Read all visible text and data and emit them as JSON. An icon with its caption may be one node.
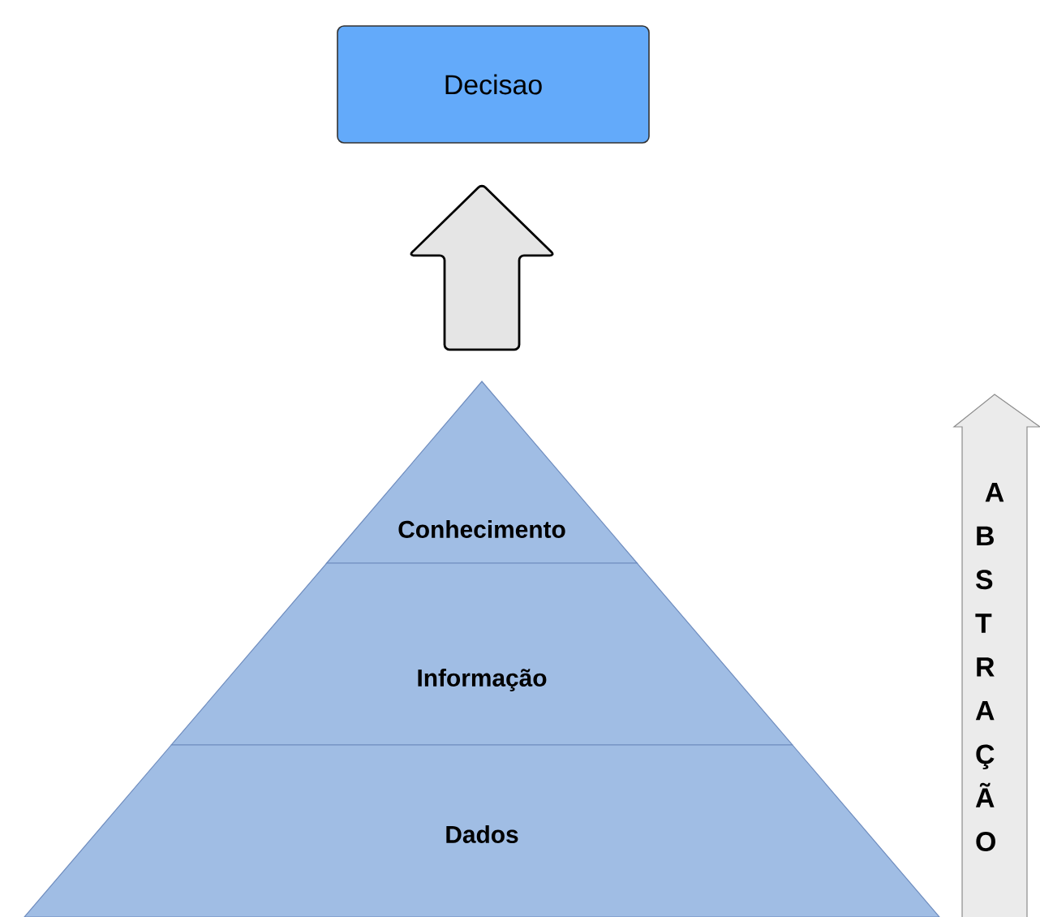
{
  "diagram": {
    "nodes": [
      {
        "text": [
          "Decisao"
        ]
      },
      {
        "text": [
          "Conhecimento"
        ]
      },
      {
        "text": [
          "Informação"
        ]
      },
      {
        "text": [
          "Dados"
        ]
      },
      {
        "text": [
          "ABSTRAÇÃO"
        ]
      }
    ],
    "edges": [
      {
        "from": 1,
        "to": 0,
        "arrow": "to"
      }
    ]
  }
}
